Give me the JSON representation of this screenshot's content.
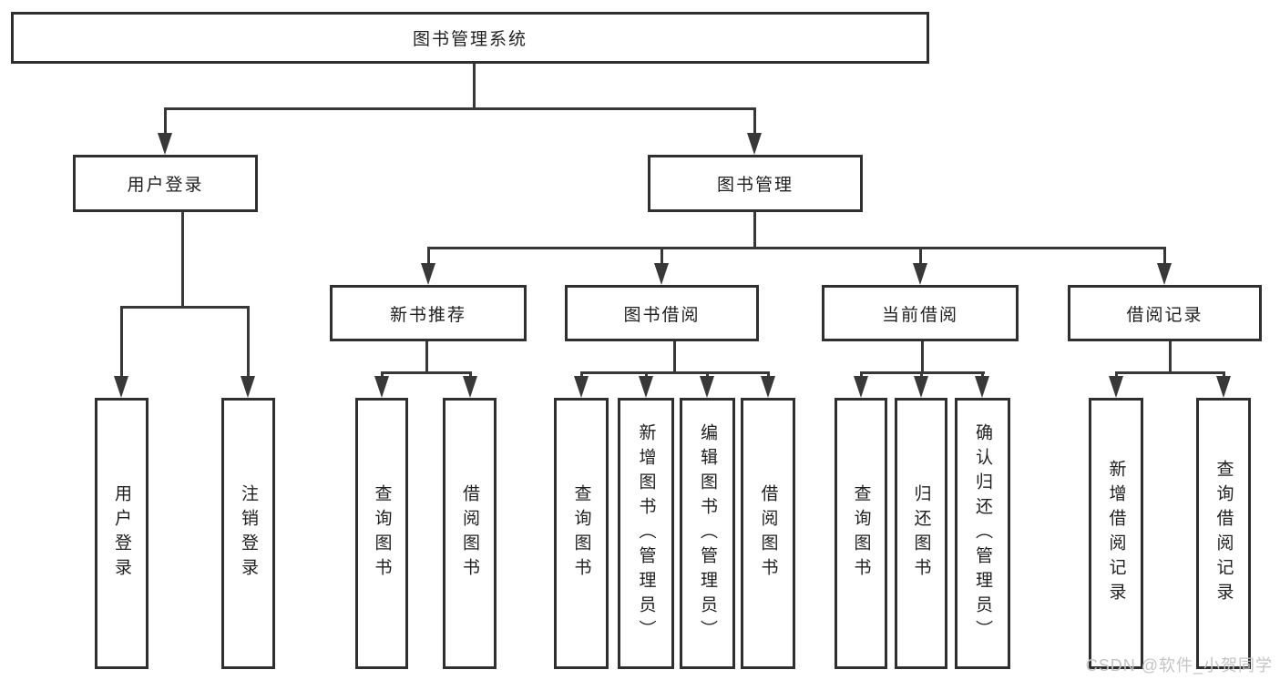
{
  "diagram": {
    "title": "图书管理系统",
    "line_color": "#383838",
    "box_border_color": "#2f2f2f",
    "box_fill": "#ffffff",
    "root": {
      "label": "图书管理系统"
    },
    "branches": [
      {
        "label": "用户登录",
        "children": [
          {
            "label": "用户登录"
          },
          {
            "label": "注销登录"
          }
        ]
      },
      {
        "label": "图书管理",
        "children": [
          {
            "label": "新书推荐",
            "children": [
              {
                "label": "查询图书"
              },
              {
                "label": "借阅图书"
              }
            ]
          },
          {
            "label": "图书借阅",
            "children": [
              {
                "label": "查询图书"
              },
              {
                "label": "新增图书（管理员）"
              },
              {
                "label": "编辑图书（管理员）"
              },
              {
                "label": "借阅图书"
              }
            ]
          },
          {
            "label": "当前借阅",
            "children": [
              {
                "label": "查询图书"
              },
              {
                "label": "归还图书"
              },
              {
                "label": "确认归还（管理员）"
              }
            ]
          },
          {
            "label": "借阅记录",
            "children": [
              {
                "label": "新增借阅记录"
              },
              {
                "label": "查询借阅记录"
              }
            ]
          }
        ]
      }
    ]
  },
  "watermark": {
    "text": "CSDN @软件_小贺同学",
    "color": "#c4c4c4"
  }
}
